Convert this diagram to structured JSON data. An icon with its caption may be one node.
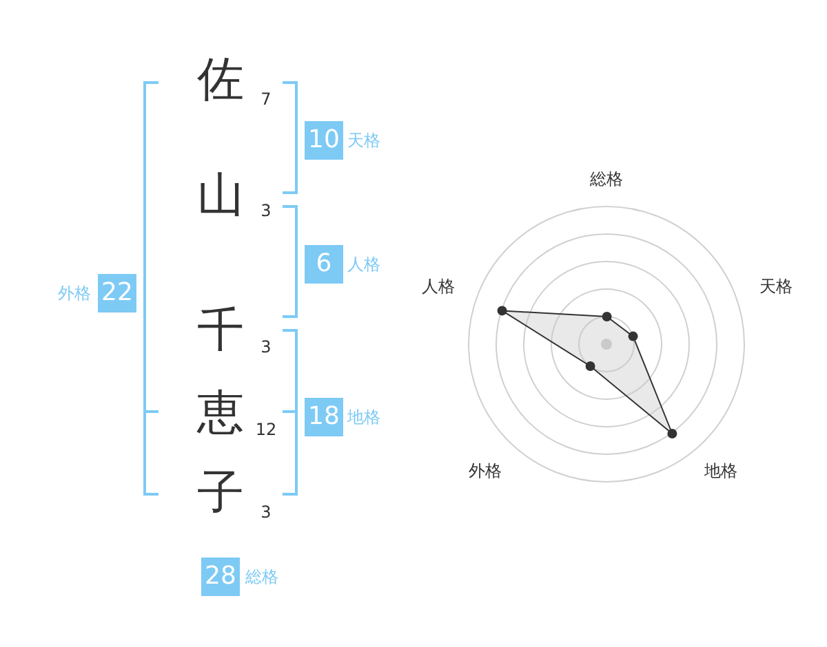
{
  "diagram": {
    "labels": [
      "佐",
      "7",
      "10",
      "天格",
      "山",
      "3",
      "6",
      "人格",
      "外格",
      "22",
      "千",
      "3",
      "18",
      "地格",
      "恵",
      "12",
      "子",
      "3",
      "28",
      "総格",
      "総格",
      "人格",
      "天格",
      "外格",
      "地格"
    ]
  }
}
